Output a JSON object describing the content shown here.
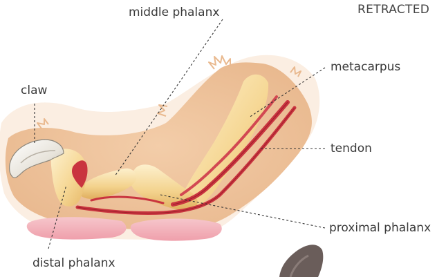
{
  "heading": "RETRACTED",
  "labels": {
    "middle_phalanx": "middle phalanx",
    "metacarpus": "metacarpus",
    "claw": "claw",
    "tendon": "tendon",
    "proximal_phalanx": "proximal phalanx",
    "distal_phalanx": "distal phalanx"
  },
  "colors": {
    "fur": "#f0c8a5",
    "fur_light": "#fbeee2",
    "bone": "#f7dc9e",
    "bone_shadow": "#e4b56a",
    "tendon": "#c9343f",
    "tendon_dark": "#9e1f2a",
    "claw": "#ece9e2",
    "pad": "#f3b8c0",
    "leader_line": "#333333",
    "text": "#3a3a3a"
  }
}
